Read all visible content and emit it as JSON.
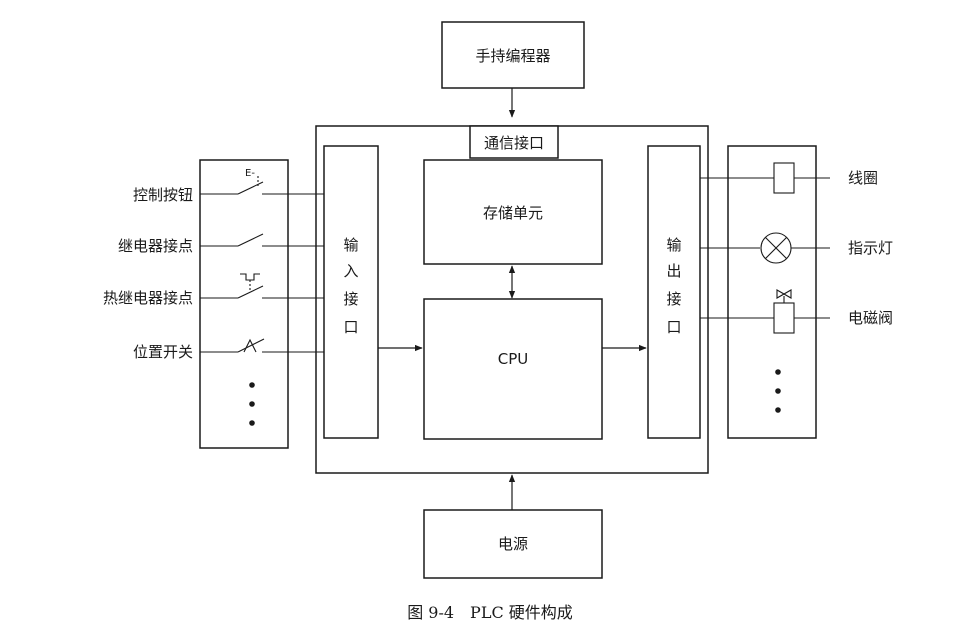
{
  "blocks": {
    "programmer": "手持编程器",
    "comm": "通信接口",
    "storage": "存储单元",
    "cpu": "CPU",
    "power": "电源",
    "input_interface": [
      "输",
      "入",
      "接",
      "口"
    ],
    "output_interface": [
      "输",
      "出",
      "接",
      "口"
    ]
  },
  "inputs": [
    "控制按钮",
    "继电器接点",
    "热继电器接点",
    "位置开关"
  ],
  "outputs": [
    "线圈",
    "指示灯",
    "电磁阀"
  ],
  "caption": "图 9-4　PLC 硬件构成",
  "colors": {
    "line": "#1a1a1a",
    "background": "#ffffff"
  }
}
